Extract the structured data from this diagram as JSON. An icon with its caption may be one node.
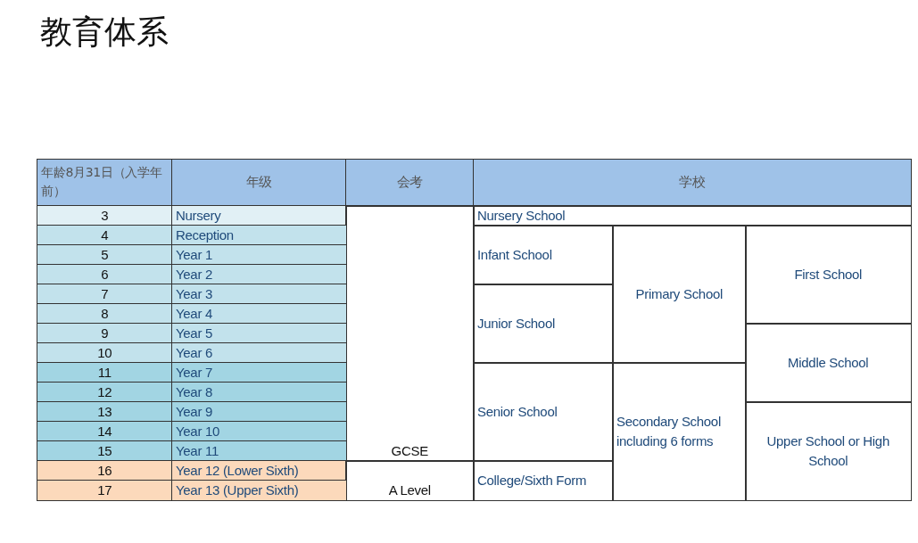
{
  "diagram": {
    "title": "教育体系",
    "labels": [
      "年龄8月31日（入学年前）",
      "年级",
      "会考",
      "学校",
      "3",
      "Nursery",
      "GCSE",
      "Nursery School",
      "4",
      "Reception",
      "Infant School",
      "Primary School",
      "First School",
      "5",
      "Year 1",
      "6",
      "Year 2",
      "7",
      "Year 3",
      "Junior School",
      "8",
      "Year 4",
      "9",
      "Year 5",
      "Middle School",
      "10",
      "Year 6",
      "11",
      "Year 7",
      "Senior School",
      "Secondary School including 6 forms",
      "12",
      "Year 8",
      "13",
      "Year 9",
      "Upper School or High School",
      "14",
      "Year 10",
      "15",
      "Year 11",
      "16",
      "Year 12 (Lower Sixth)",
      "A Level",
      "College/Sixth Form",
      "17",
      "Year 13 (Upper Sixth)"
    ]
  }
}
